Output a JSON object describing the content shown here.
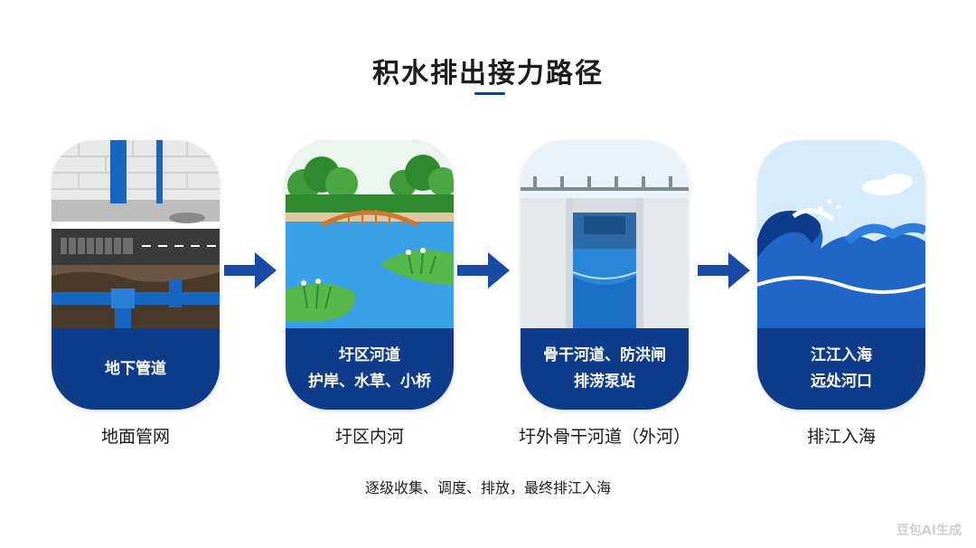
{
  "title": "积水排出接力路径",
  "stages": [
    {
      "band_lines": [
        "地下管道"
      ],
      "caption": "地面管网",
      "icon": "underground-pipe-scene"
    },
    {
      "band_lines": [
        "圩区河道",
        "护岸、水草、小桥"
      ],
      "caption": "圩区内河",
      "icon": "river-bridge-scene"
    },
    {
      "band_lines": [
        "骨干河道、防洪闸",
        "排涝泵站"
      ],
      "caption": "圩外骨干河道（外河）",
      "icon": "floodgate-scene"
    },
    {
      "band_lines": [
        "江江入海",
        "远处河口"
      ],
      "caption": "排江入海",
      "icon": "sea-wave-scene"
    }
  ],
  "footer": "逐级收集、调度、排放，最终排江入海",
  "watermark": "豆包AI生成",
  "colors": {
    "primary": "#0e3c8a",
    "arrow": "#1a4aa3",
    "water": "#3aa0e8"
  }
}
